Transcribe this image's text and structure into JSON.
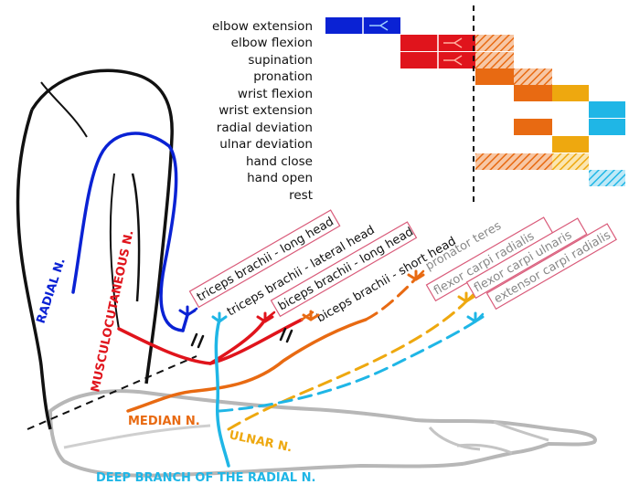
{
  "movements": [
    "elbow extension",
    "elbow flexion",
    "supination",
    "pronation",
    "wrist flexion",
    "wrist extension",
    "radial deviation",
    "ulnar deviation",
    "hand close",
    "hand open",
    "rest"
  ],
  "colors": {
    "radial": "#0a22d4",
    "musculocutaneous": "#e0141c",
    "median": "#e86a12",
    "ulnar": "#eea80f",
    "deep_radial": "#1fb6e6",
    "arm_outline": "#111111",
    "forearm_outline": "#b7b7b7",
    "label_box": "#d95b7a"
  },
  "muscles": {
    "triceps_long": "triceps brachii - long head",
    "triceps_lateral": "triceps brachii - lateral head",
    "biceps_long": "biceps brachii - long head",
    "biceps_short": "biceps brachii - short head",
    "pronator_teres": "pronator teres",
    "fcr": "flexor carpi radialis",
    "fcu": "flexor carpi ulnaris",
    "ecr": "extensor carpi radialis"
  },
  "nerves": {
    "radial": "RADIAL N.",
    "musculocutaneous": "MUSCULOCUTANEOUS N.",
    "median": "MEDIAN N.",
    "ulnar": "ULNAR N.",
    "deep_radial": "DEEP BRANCH OF THE RADIAL N."
  }
}
